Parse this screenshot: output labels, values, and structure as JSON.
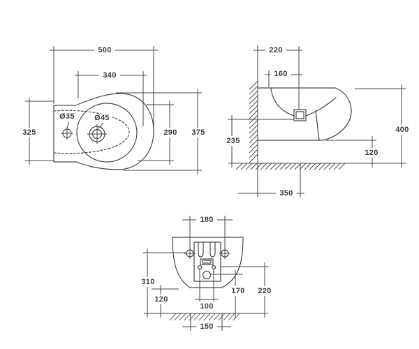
{
  "drawing": {
    "line_color": "#464646",
    "text_color": "#3a3a3a",
    "background": "#ffffff",
    "plan_view": {
      "dim_top": "500",
      "dim_upper": "340",
      "dim_left": "325",
      "dim_right_inner": "290",
      "dim_right_outer": "375",
      "hole_left_label": "Ø35",
      "hole_center_label": "Ø45"
    },
    "side_view": {
      "dim_top": "220",
      "dim_upper": "160",
      "dim_left": "235",
      "dim_right_outer": "400",
      "dim_right_inner": "120",
      "dim_bottom": "350"
    },
    "front_view": {
      "dim_top": "180",
      "dim_left": "310",
      "dim_left_inner": "120",
      "dim_center": "100",
      "dim_bottom": "150",
      "dim_right_inner": "170",
      "dim_right_outer": "220"
    }
  }
}
